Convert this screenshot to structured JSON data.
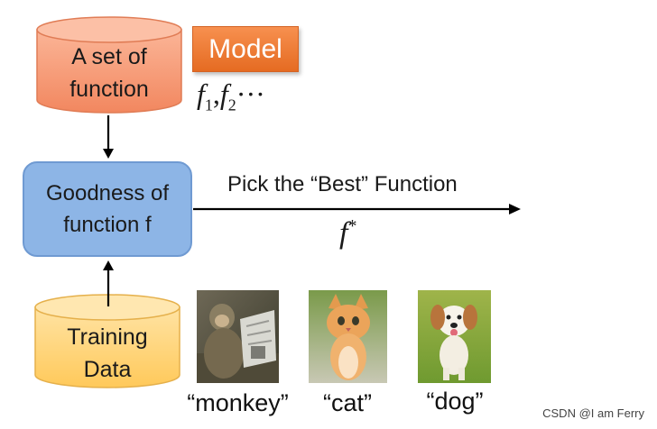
{
  "nodes": {
    "function_set": {
      "line1": "A set of",
      "line2": "function",
      "color": "#f59a77"
    },
    "goodness": {
      "line1": "Goodness of",
      "line2": "function f",
      "color": "#8db5e6"
    },
    "training_data": {
      "line1": "Training",
      "line2": "Data",
      "color": "#ffd27a"
    }
  },
  "model_badge": {
    "label": "Model",
    "color": "#ec7a36"
  },
  "function_list": {
    "f": "f",
    "sub1": "1",
    "sep": ",",
    "sub2": "2",
    "ellipsis": "···"
  },
  "pick": {
    "label": "Pick the “Best” Function",
    "symbol": "f",
    "superscript": "*"
  },
  "examples": [
    {
      "label": "“monkey”",
      "image": "monkey-photo"
    },
    {
      "label": "“cat”",
      "image": "kitten-photo"
    },
    {
      "label": "“dog”",
      "image": "puppy-photo"
    }
  ],
  "watermark": "CSDN @I am Ferry"
}
